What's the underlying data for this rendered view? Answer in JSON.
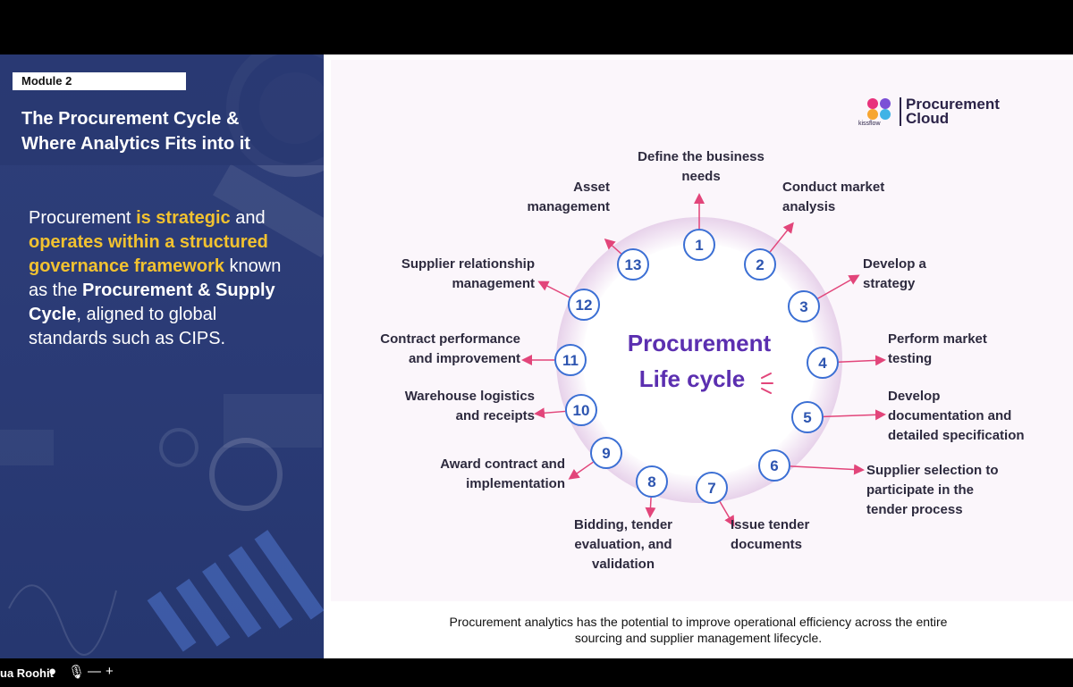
{
  "module_label": "Module 2",
  "slide_title_line1": "The Procurement Cycle &",
  "slide_title_line2": "Where Analytics Fits into it",
  "description": {
    "t1": "Procurement ",
    "t2": "is strategic",
    "t3": " and ",
    "t4": "operates within a structured governance framework",
    "t5": " known as the ",
    "t6": "Procurement & Supply Cycle",
    "t7": ", aligned to global standards such as CIPS."
  },
  "logo": {
    "line1": "Procurement",
    "line2": "Cloud",
    "brand": "kissflow"
  },
  "diagram": {
    "center_line1": "Procurement",
    "center_line2": "Life cycle",
    "steps": [
      {
        "num": "1",
        "label_lines": [
          "Define the business",
          "needs"
        ]
      },
      {
        "num": "2",
        "label_lines": [
          "Conduct market",
          "analysis"
        ]
      },
      {
        "num": "3",
        "label_lines": [
          "Develop a",
          "strategy"
        ]
      },
      {
        "num": "4",
        "label_lines": [
          "Perform market",
          "testing"
        ]
      },
      {
        "num": "5",
        "label_lines": [
          "Develop",
          "documentation and",
          "detailed specification"
        ]
      },
      {
        "num": "6",
        "label_lines": [
          "Supplier selection to",
          "participate in the",
          "tender process"
        ]
      },
      {
        "num": "7",
        "label_lines": [
          "Issue tender",
          "documents"
        ]
      },
      {
        "num": "8",
        "label_lines": [
          "Bidding, tender",
          "evaluation, and",
          "validation"
        ]
      },
      {
        "num": "9",
        "label_lines": [
          "Award contract and",
          "implementation"
        ]
      },
      {
        "num": "10",
        "label_lines": [
          "Warehouse logistics",
          "and receipts"
        ]
      },
      {
        "num": "11",
        "label_lines": [
          "Contract performance",
          "and improvement"
        ]
      },
      {
        "num": "12",
        "label_lines": [
          "Supplier relationship",
          "management"
        ]
      },
      {
        "num": "13",
        "label_lines": [
          "Asset",
          "management"
        ]
      }
    ]
  },
  "caption_line1": "Procurement analytics has the potential to improve operational efficiency across the entire",
  "caption_line2": "sourcing and supplier management lifecycle.",
  "meeting": {
    "user_name": "ua Roohit",
    "icons": [
      "people-icon",
      "mic-muted-icon",
      "minus-icon",
      "plus-icon"
    ]
  },
  "colors": {
    "accent_yellow": "#f2c230",
    "navy": "#2b3b76",
    "circle_blue": "#3b6fd4",
    "center_purple": "#5b2fb0"
  }
}
